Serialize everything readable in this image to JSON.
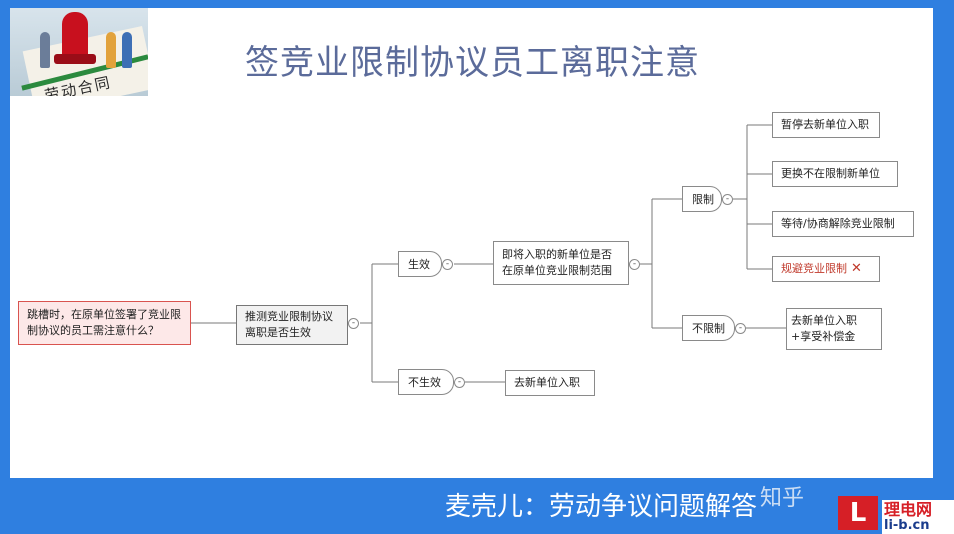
{
  "title": "签竞业限制协议员工离职注意",
  "thumbnail": {
    "caption": "劳动合同"
  },
  "root": "跳槽时，在原单位签署了竞业限制协议的员工需注意什么？",
  "question": "推测竞业限制协议离职是否生效",
  "branches": {
    "effective": "生效",
    "not_effective": "不生效",
    "not_effective_result": "去新单位入职",
    "check": "即将入职的新单位是否在原单位竞业限制范围",
    "restricted": "限制",
    "not_restricted": "不限制",
    "not_restricted_result": "去新单位入职+享受补偿金",
    "restricted_options": [
      "暂停去新单位入职",
      "更换不在限制新单位",
      "等待/协商解除竞业限制",
      "规避竞业限制"
    ]
  },
  "toggle_symbol": "-",
  "footer": "麦壳儿：劳动争议问题解答",
  "watermark": "知乎",
  "brand": {
    "logo_letter": "L",
    "name": "理电网",
    "domain": "li-b.cn"
  },
  "colors": {
    "title": "#5b6b9a",
    "frame": "#2f7fe0",
    "warn": "#c0392b"
  }
}
